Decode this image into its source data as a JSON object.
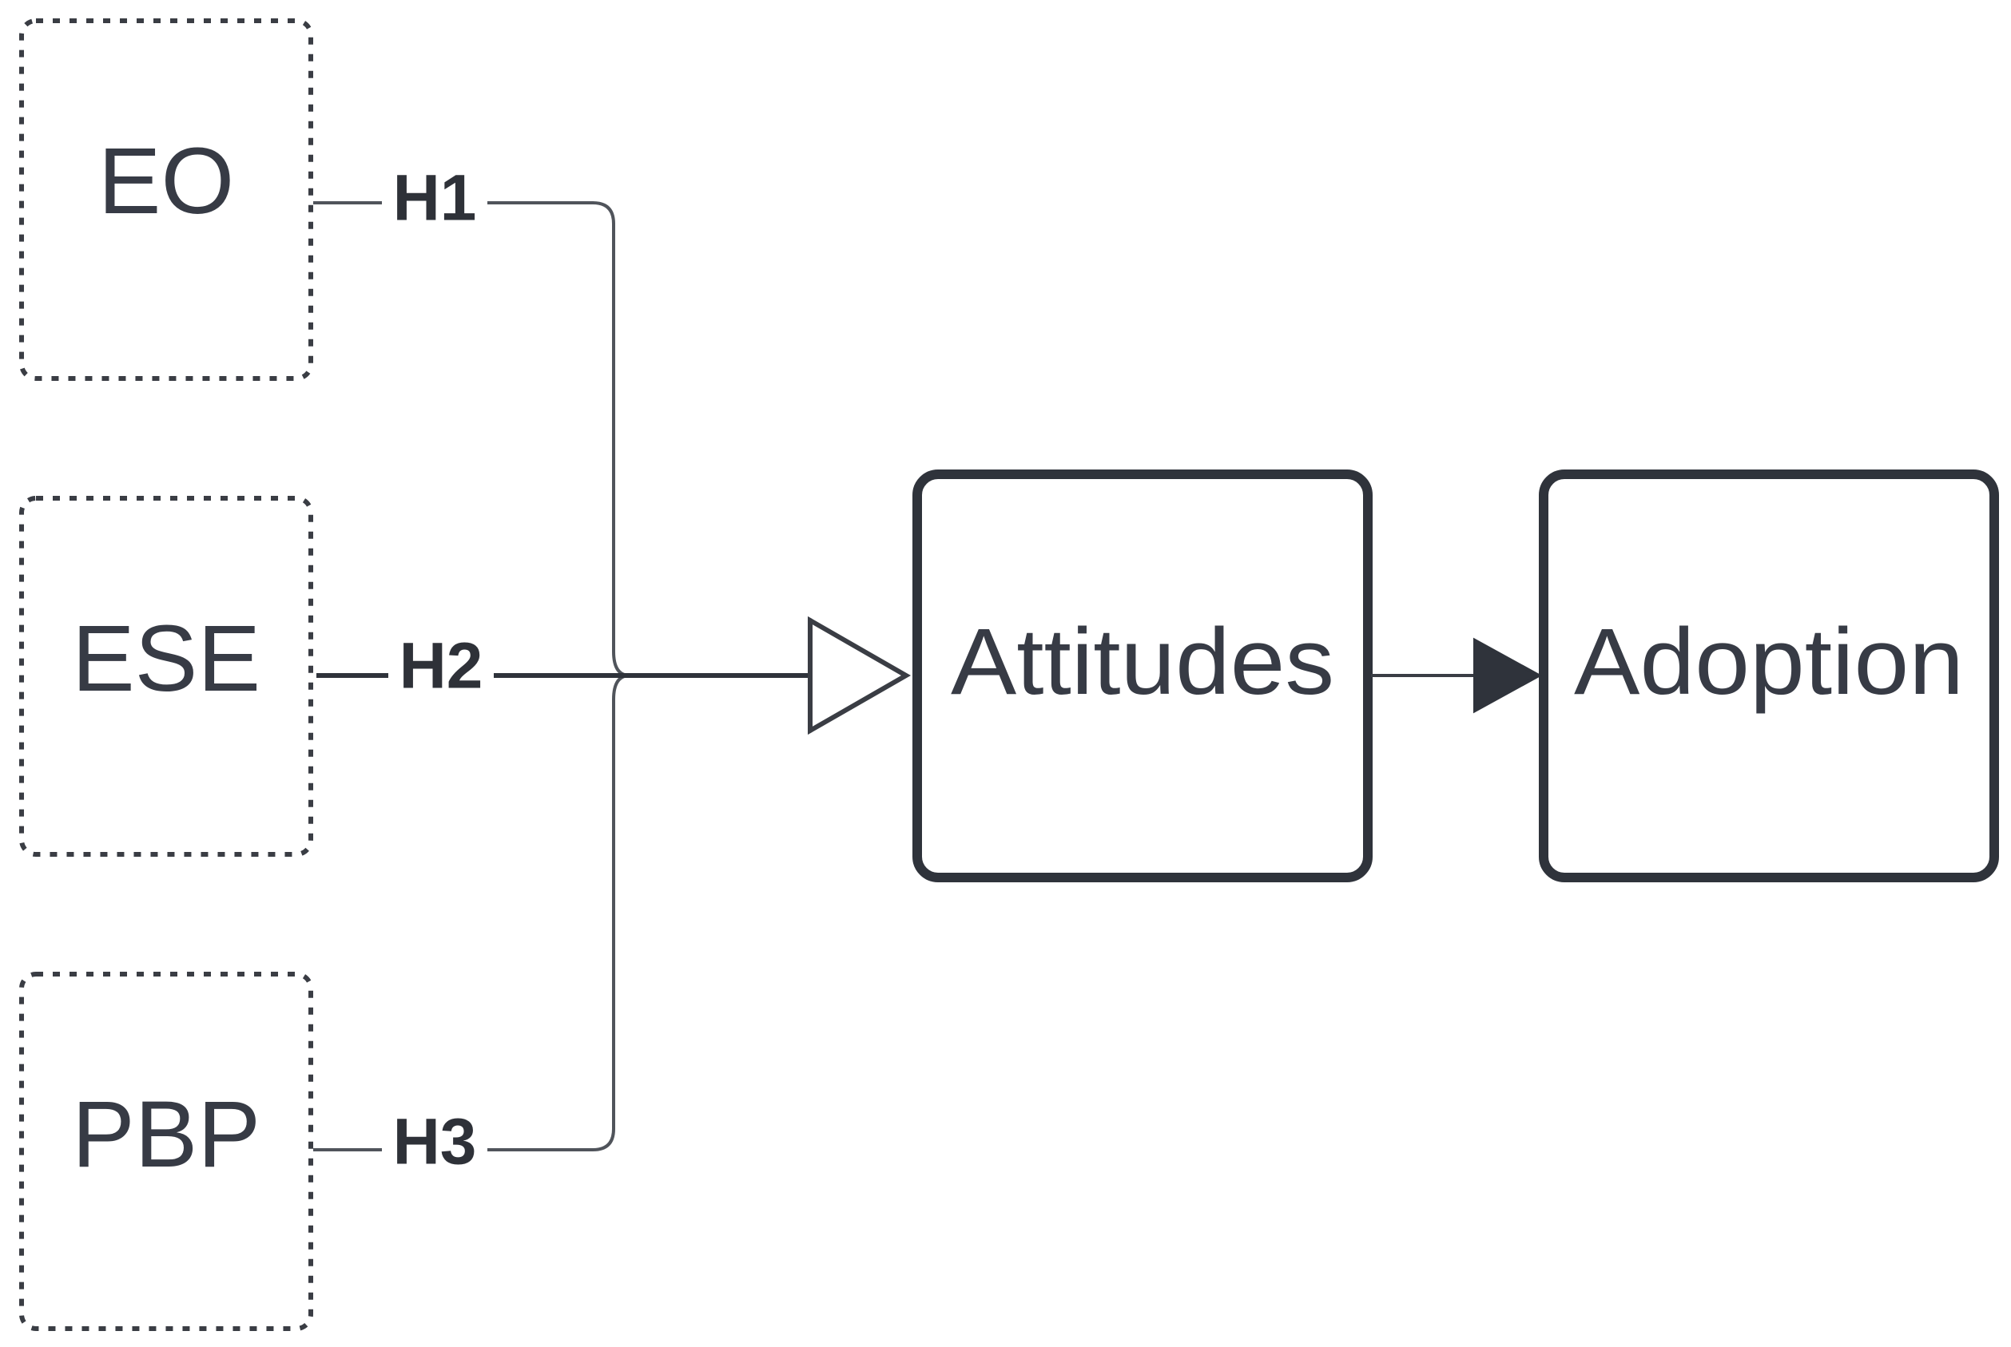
{
  "diagram": {
    "nodes": {
      "eo": {
        "label": "EO",
        "style": "dashed"
      },
      "ese": {
        "label": "ESE",
        "style": "dashed"
      },
      "pbp": {
        "label": "PBP",
        "style": "dashed"
      },
      "attitudes": {
        "label": "Attitudes",
        "style": "solid"
      },
      "adoption": {
        "label": "Adoption",
        "style": "solid"
      }
    },
    "edges": [
      {
        "from": "EO",
        "to": "Attitudes",
        "label": "H1"
      },
      {
        "from": "ESE",
        "to": "Attitudes",
        "label": "H2"
      },
      {
        "from": "PBP",
        "to": "Attitudes",
        "label": "H3"
      },
      {
        "from": "Attitudes",
        "to": "Adoption",
        "label": ""
      }
    ],
    "colors": {
      "stroke": "#2f333b",
      "text": "#373b45",
      "background": "#ffffff"
    }
  }
}
